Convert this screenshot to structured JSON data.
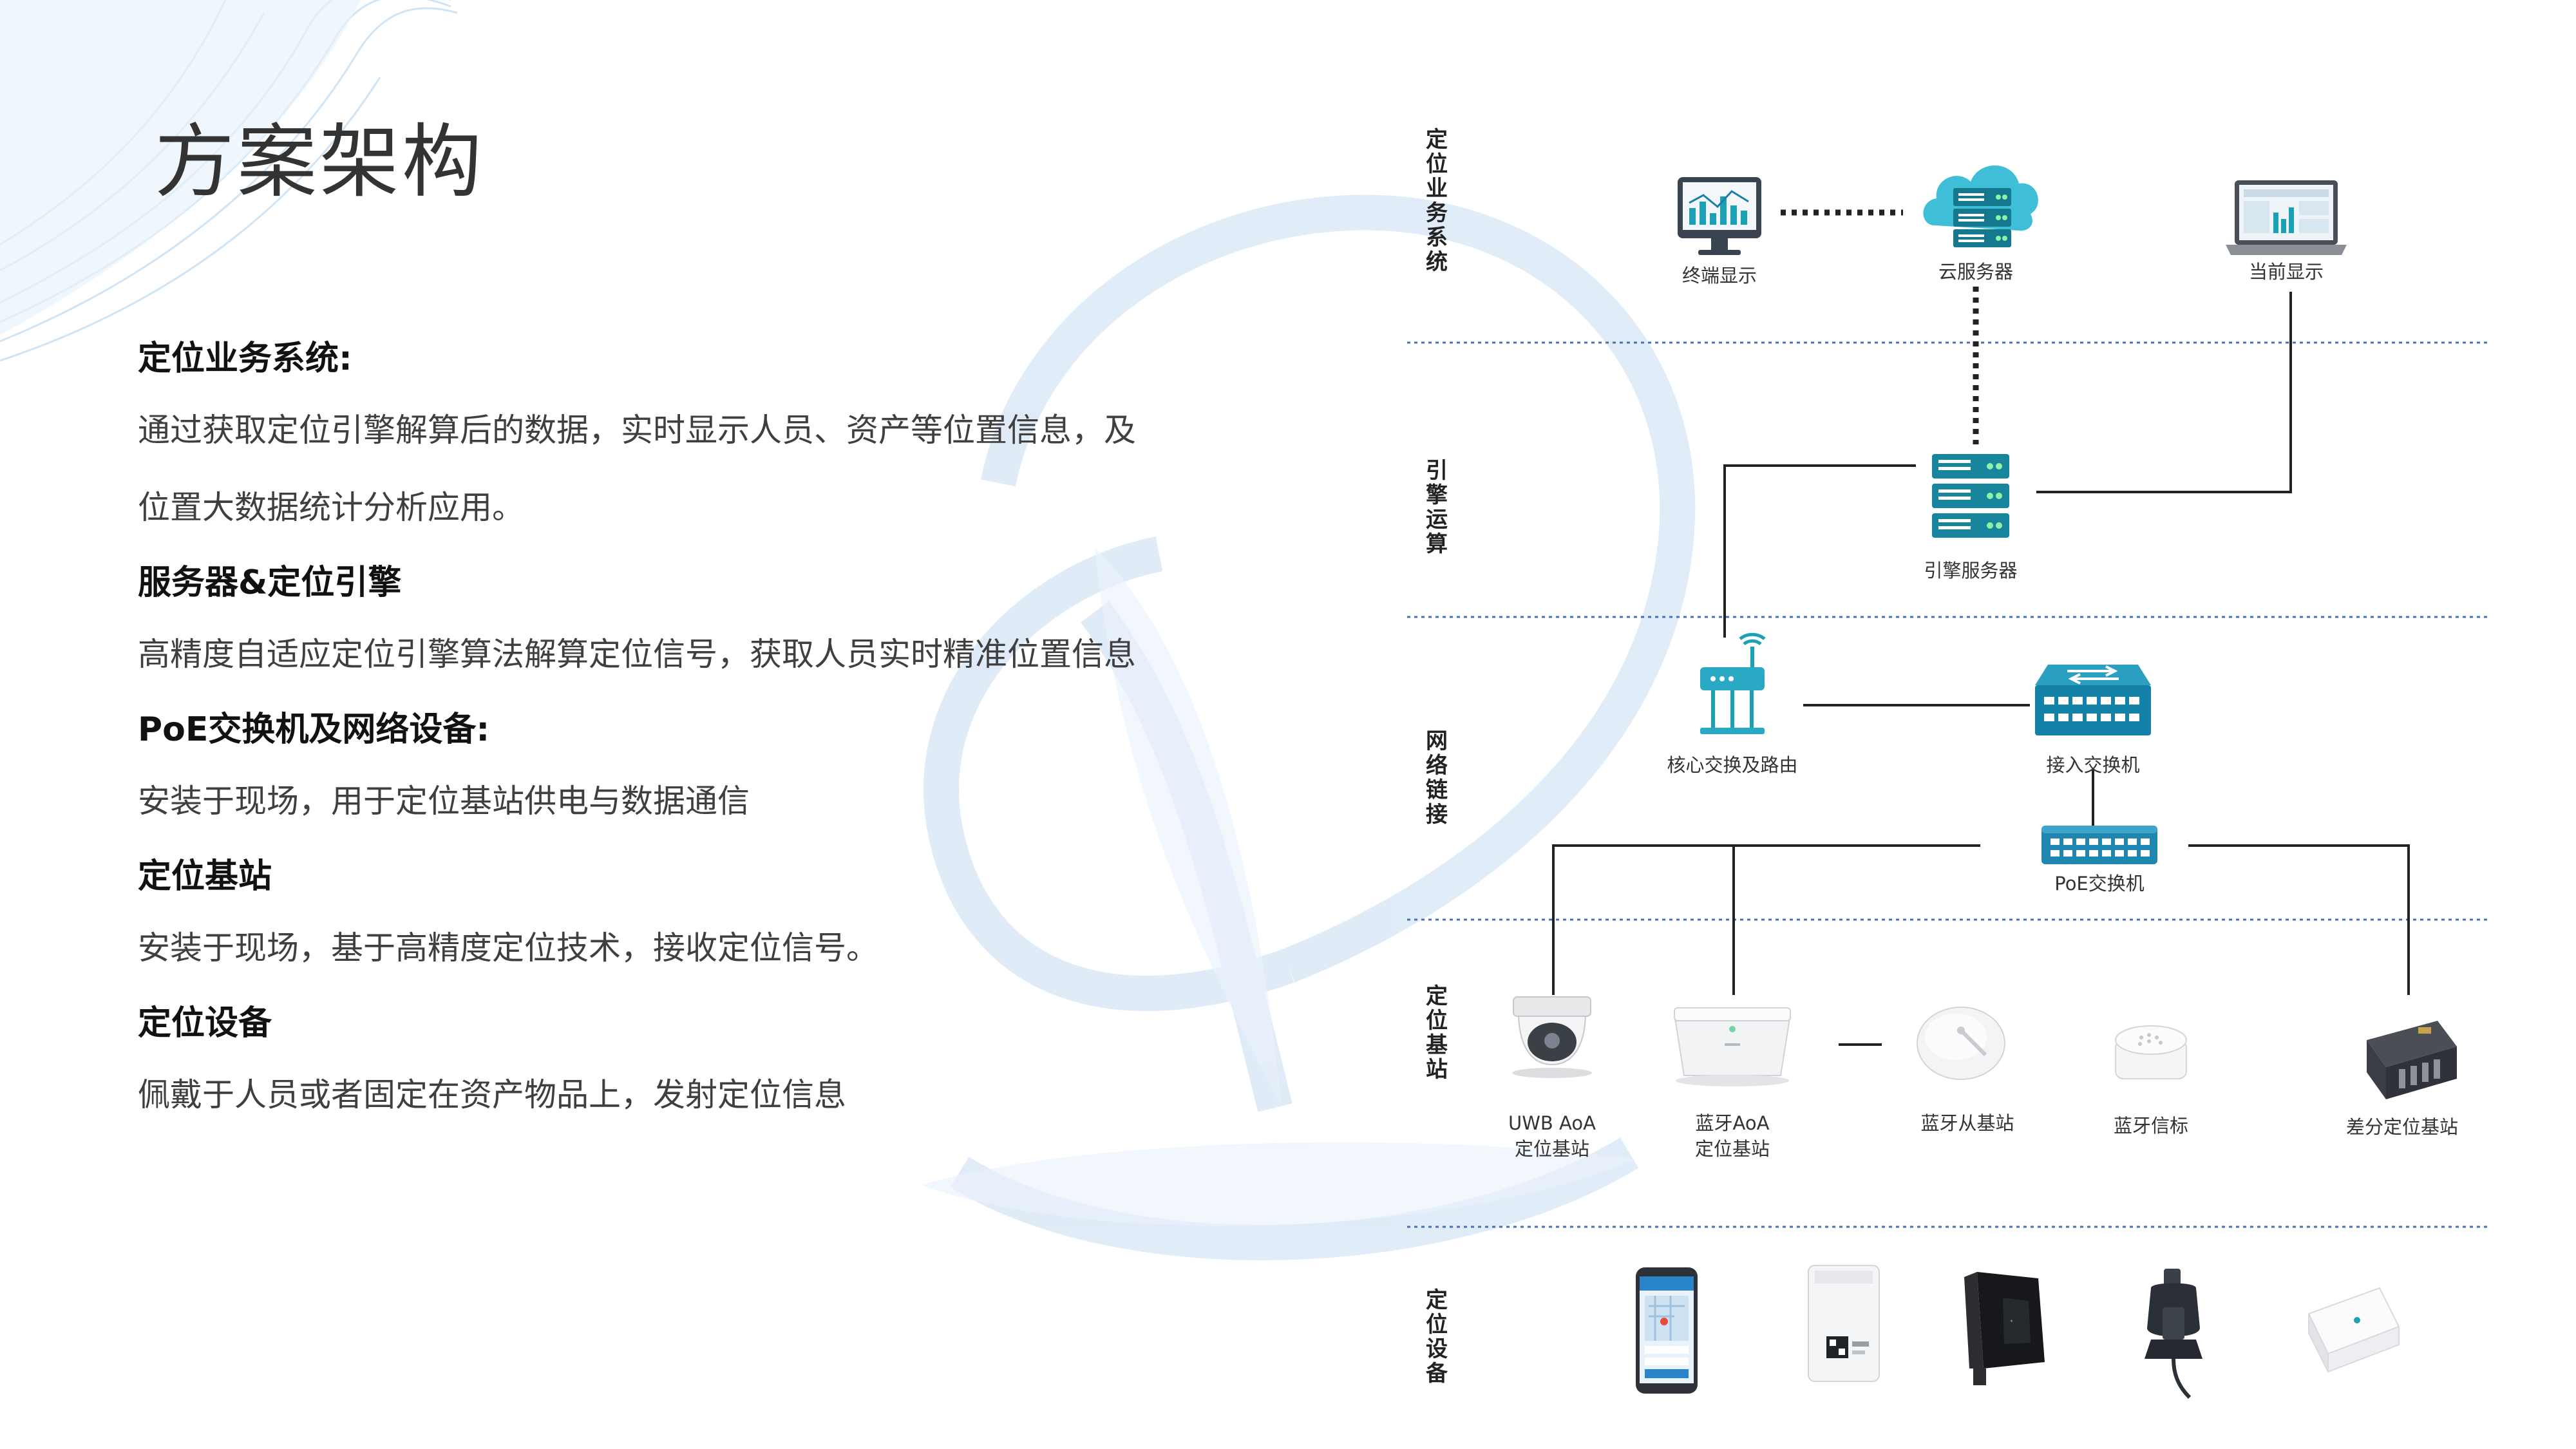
{
  "title": "方案架构",
  "sections": [
    {
      "heading": "定位业务系统:",
      "body": [
        "通过获取定位引擎解算后的数据，实时显示人员、资产等位置信息，及",
        "位置大数据统计分析应用。"
      ]
    },
    {
      "heading": "服务器&定位引擎",
      "body": [
        "高精度自适应定位引擎算法解算定位信号，获取人员实时精准位置信息"
      ]
    },
    {
      "heading": "PoE交换机及网络设备:",
      "body": [
        "安装于现场，用于定位基站供电与数据通信"
      ]
    },
    {
      "heading": "定位基站",
      "body": [
        "安装于现场，基于高精度定位技术，接收定位信号。"
      ]
    },
    {
      "heading": "定位设备",
      "body": [
        "佩戴于人员或者固定在资产物品上，发射定位信息"
      ]
    }
  ],
  "layers": [
    {
      "id": "business",
      "label": "定位业务系统"
    },
    {
      "id": "engine",
      "label": "引擎运算"
    },
    {
      "id": "network",
      "label": "网络链接"
    },
    {
      "id": "station",
      "label": "定位基站"
    },
    {
      "id": "device",
      "label": "定位设备"
    }
  ],
  "nodes": {
    "terminal": "终端显示",
    "cloud": "云服务器",
    "current": "当前显示",
    "engine_server": "引擎服务器",
    "core_switch": "核心交换及路由",
    "access_switch": "接入交换机",
    "poe_switch": "PoE交换机",
    "uwb_line1": "UWB AoA",
    "uwb_line2": "定位基站",
    "bt_aoa_line1": "蓝牙AoA",
    "bt_aoa_line2": "定位基站",
    "bt_slave": "蓝牙从基站",
    "bt_beacon": "蓝牙信标",
    "diff_station": "差分定位基站"
  },
  "colors": {
    "accent": "#1aa2b4",
    "accent_dark": "#0f6f8f",
    "layer_divider": "#4a6fb5",
    "watermark": "#a9c8ec"
  },
  "icons": {
    "terminal": "monitor-chart-icon",
    "cloud": "cloud-server-icon",
    "current": "laptop-icon",
    "engine_server": "server-rack-icon",
    "core_switch": "wireless-router-icon",
    "access_switch": "network-switch-icon",
    "poe_switch": "poe-switch-icon",
    "uwb": "dome-station-icon",
    "bt_aoa": "ceiling-station-icon",
    "bt_slave": "round-station-icon",
    "bt_beacon": "beacon-icon",
    "diff_station": "differential-box-icon",
    "devices": [
      "phone-icon",
      "badge-tag-icon",
      "wristband-tag-icon",
      "vehicle-tag-icon",
      "asset-tag-icon"
    ]
  }
}
